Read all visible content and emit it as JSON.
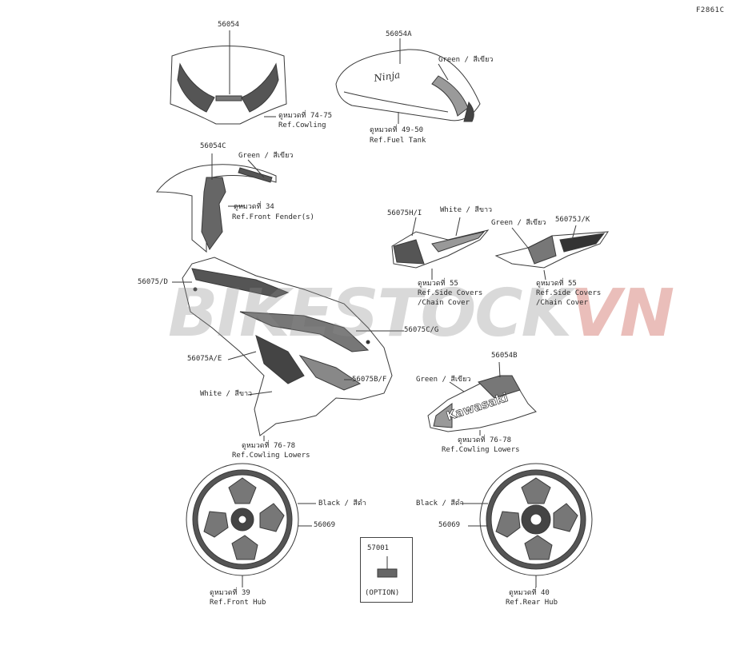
{
  "figure_code": "F2861C",
  "watermark": {
    "part_a": "BIKESTOCK",
    "part_b": "VN"
  },
  "labels": {
    "p56054": "56054",
    "ref_cowling_th": "ดูหมวดที่ 74-75",
    "ref_cowling_en": "Ref.Cowling",
    "p56054A": "56054A",
    "green_tank": "Green / สีเขียว",
    "ref_tank_th": "ดูหมวดที่ 49-50",
    "ref_tank_en": "Ref.Fuel Tank",
    "p56054C": "56054C",
    "green_fender": "Green / สีเขียว",
    "ref_fender_th": "ดูหมวดที่ 34",
    "ref_fender_en": "Ref.Front Fender(s)",
    "p56075HI": "56075H/I",
    "white_side": "White / สีขาว",
    "ref_side1_th": "ดูหมวดที่ 55",
    "ref_side1_en1": "Ref.Side Covers",
    "ref_side1_en2": "/Chain Cover",
    "green_side": "Green / สีเขียว",
    "p56075JK": "56075J/K",
    "ref_side2_th": "ดูหมวดที่ 55",
    "ref_side2_en1": "Ref.Side Covers",
    "ref_side2_en2": "/Chain Cover",
    "p56075D": "56075/D",
    "p56075CG": "56075C/G",
    "p56075AE": "56075A/E",
    "p56075BF": "56075B/F",
    "white_lower": "White / สีขาว",
    "ref_lowers_th": "ดูหมวดที่ 76-78",
    "ref_lowers_en": "Ref.Cowling Lowers",
    "p56054B": "56054B",
    "green_lower": "Green / สีเขียว",
    "ref_lowers2_th": "ดูหมวดที่ 76-78",
    "ref_lowers2_en": "Ref.Cowling Lowers",
    "black_front": "Black / สีดำ",
    "p56069_front": "56069",
    "ref_front_hub_th": "ดูหมวดที่ 39",
    "ref_front_hub_en": "Ref.Front Hub",
    "black_rear": "Black / สีดำ",
    "p56069_rear": "56069",
    "ref_rear_hub_th": "ดูหมวดที่ 40",
    "ref_rear_hub_en": "Ref.Rear Hub",
    "p57001": "57001",
    "option": "(OPTION)"
  },
  "decal_text": {
    "tank": "Ninja",
    "lower": "Kawasaki"
  }
}
